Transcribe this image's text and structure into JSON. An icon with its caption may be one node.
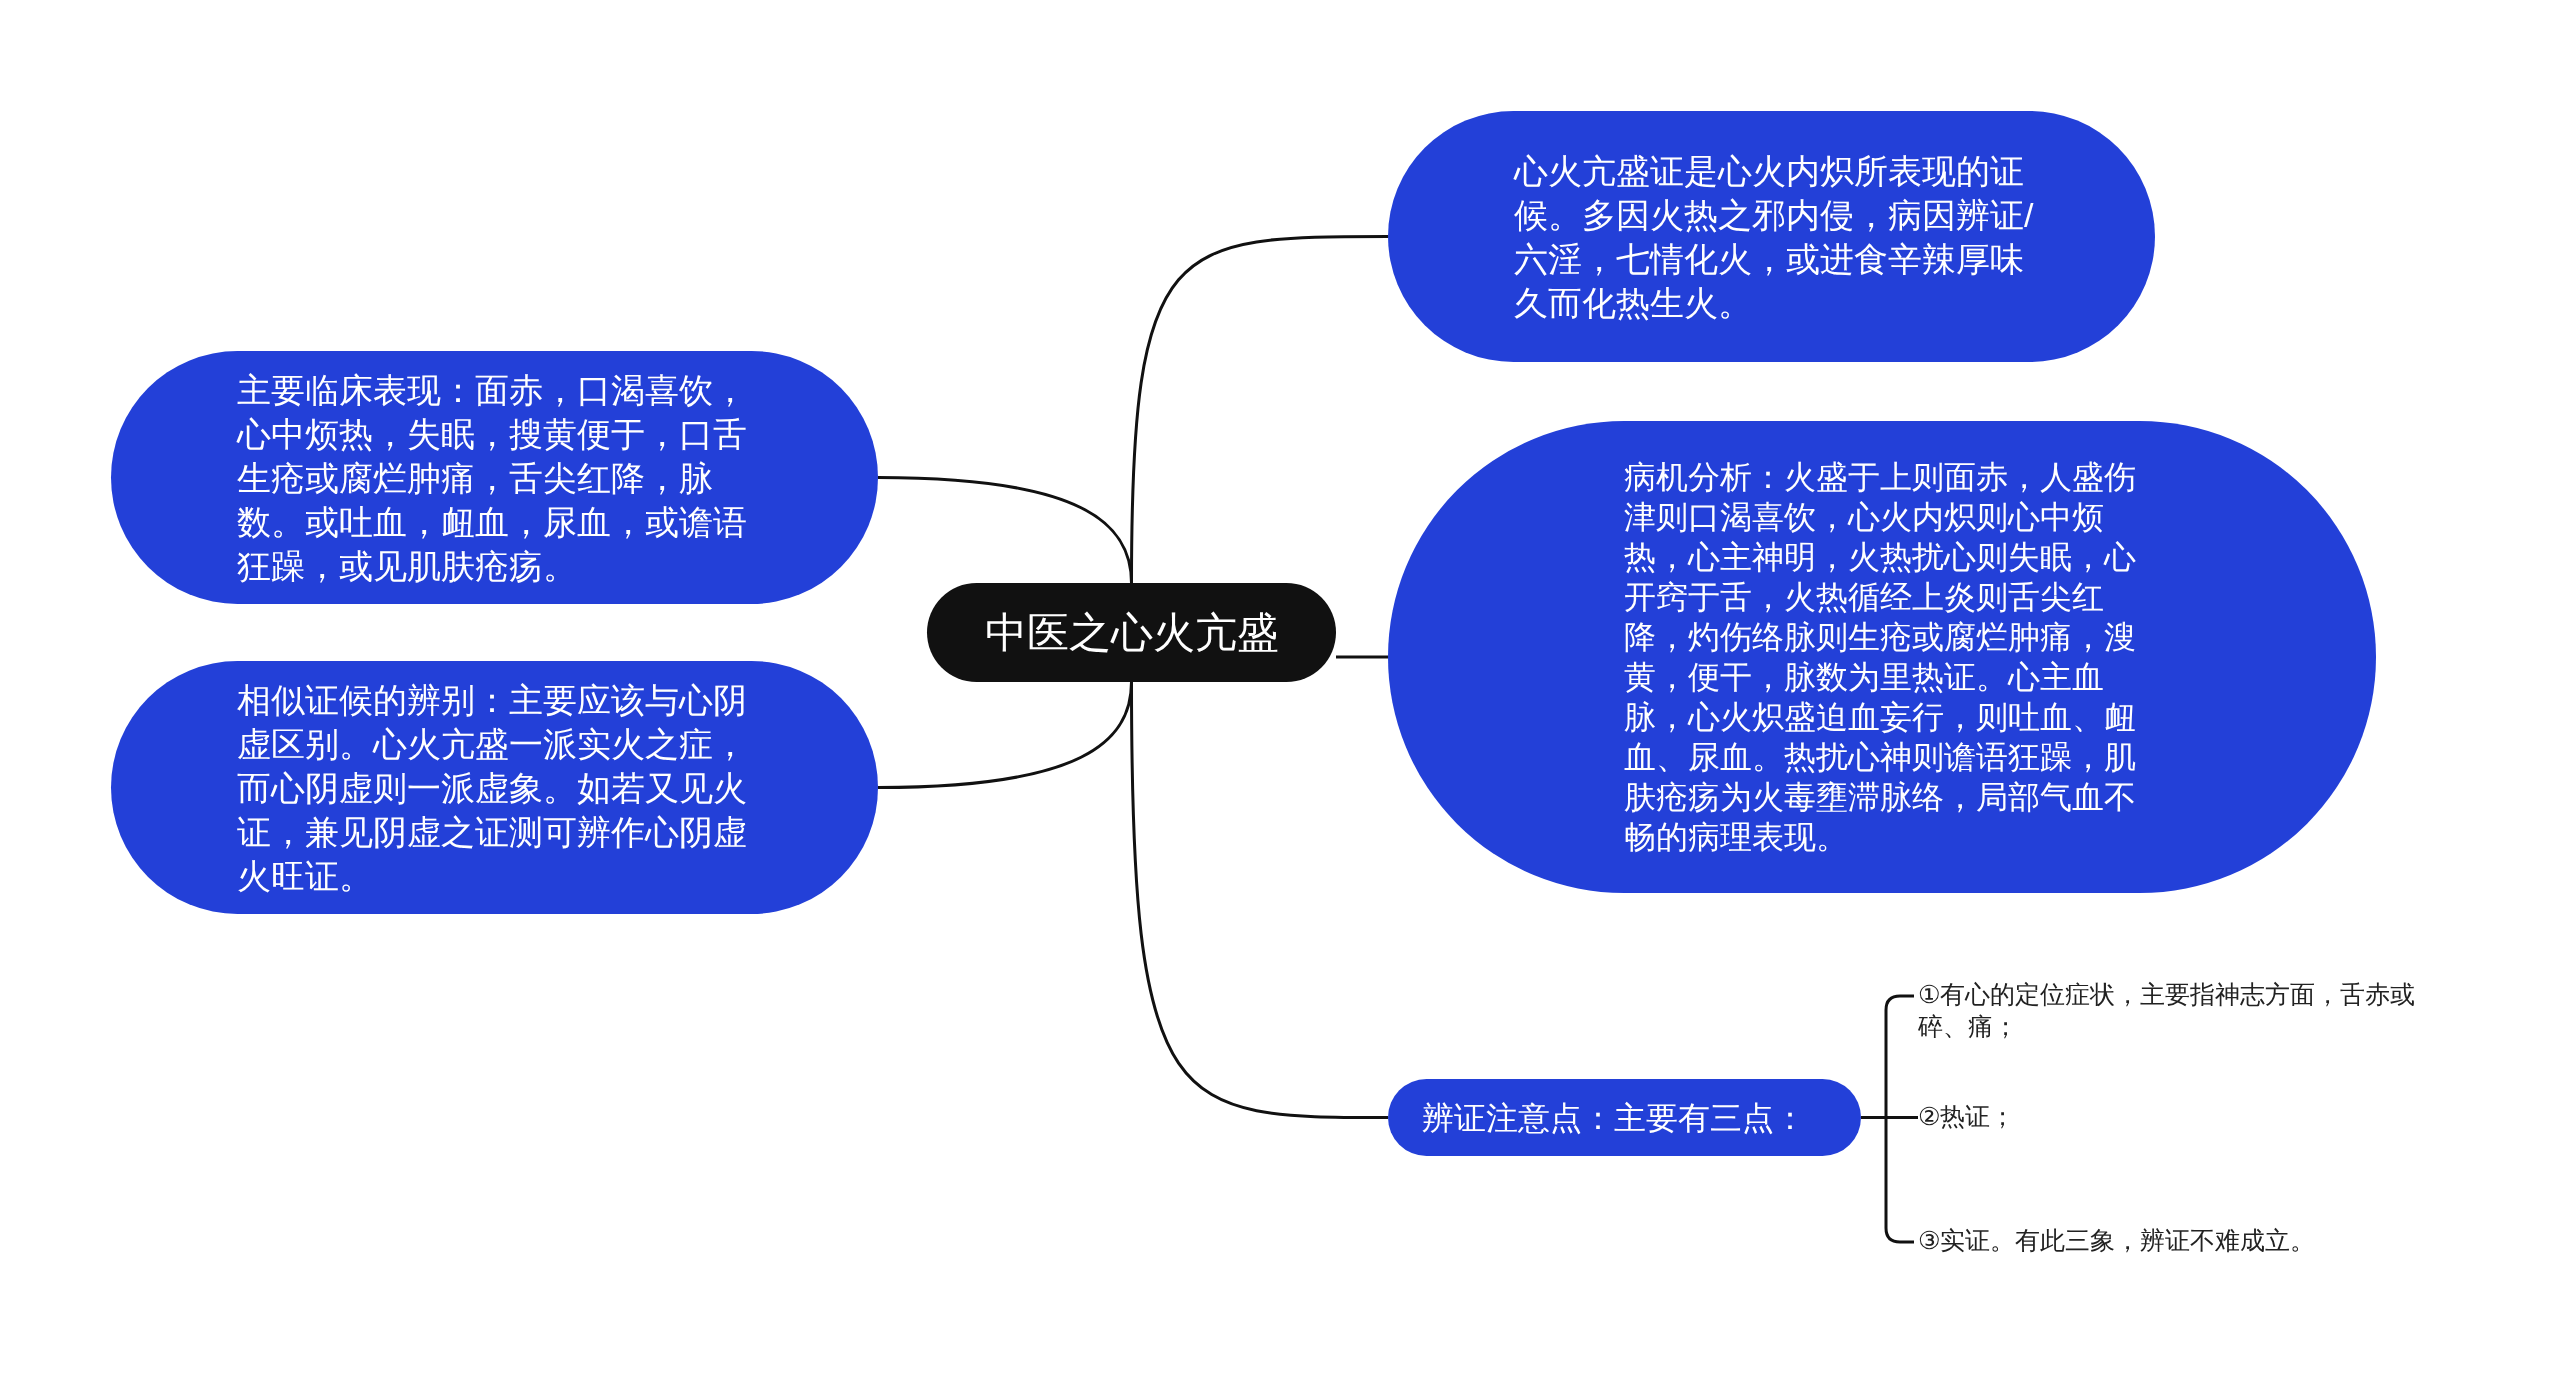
{
  "diagram": {
    "nodes": [
      {
        "text": [
          "中医之心火亢盛"
        ]
      },
      {
        "text": [
          "主要临床表现：面赤，口渴喜饮，心中烦热，失眠，搜黄便于，口舌生疮或腐烂肿痛，舌尖红降，脉数。或吐血，衄血，尿血，或谵语狂躁，或见肌肤疮疡。"
        ]
      },
      {
        "text": [
          "相似证候的辨别：主要应该与心阴虚区别。心火亢盛一派实火之症，而心阴虚则一派虚象。如若又见火证，兼见阴虚之证测可辨作心阴虚火旺证。"
        ]
      },
      {
        "text": [
          "心火亢盛证是心火内炽所表现的证候。多因火热之邪内侵，病因辨证/六淫，七情化火，或进食辛辣厚味久而化热生火。"
        ]
      },
      {
        "text": [
          "病机分析：火盛于上则面赤，人盛伤津则口渴喜饮，心火内炽则心中烦热，心主神明，火热扰心则失眠，心开窍于舌，火热循经上炎则舌尖红降，灼伤络脉则生疮或腐烂肿痛，溲黄，便干，脉数为里热证。心主血脉，心火炽盛迫血妄行，则吐血、衄血、尿血。热扰心神则谵语狂躁，肌肤疮疡为火毒壅滞脉络，局部气血不畅的病理表现。"
        ]
      },
      {
        "text": [
          "辨证注意点：主要有三点："
        ]
      },
      {
        "text": [
          "①有心的定位症状，主要指神志方面，舌赤或碎、痛；"
        ]
      },
      {
        "text": [
          "②热证；"
        ]
      },
      {
        "text": [
          "③实证。有此三象，辨证不难成立。"
        ]
      }
    ],
    "edges": [
      {
        "from": 0,
        "to": 1,
        "arrow": "none"
      },
      {
        "from": 0,
        "to": 2,
        "arrow": "none"
      },
      {
        "from": 0,
        "to": 3,
        "arrow": "none"
      },
      {
        "from": 0,
        "to": 4,
        "arrow": "none"
      },
      {
        "from": 0,
        "to": 5,
        "arrow": "none"
      },
      {
        "from": 5,
        "to": 6,
        "arrow": "none"
      },
      {
        "from": 5,
        "to": 7,
        "arrow": "none"
      },
      {
        "from": 5,
        "to": 8,
        "arrow": "none"
      }
    ]
  }
}
